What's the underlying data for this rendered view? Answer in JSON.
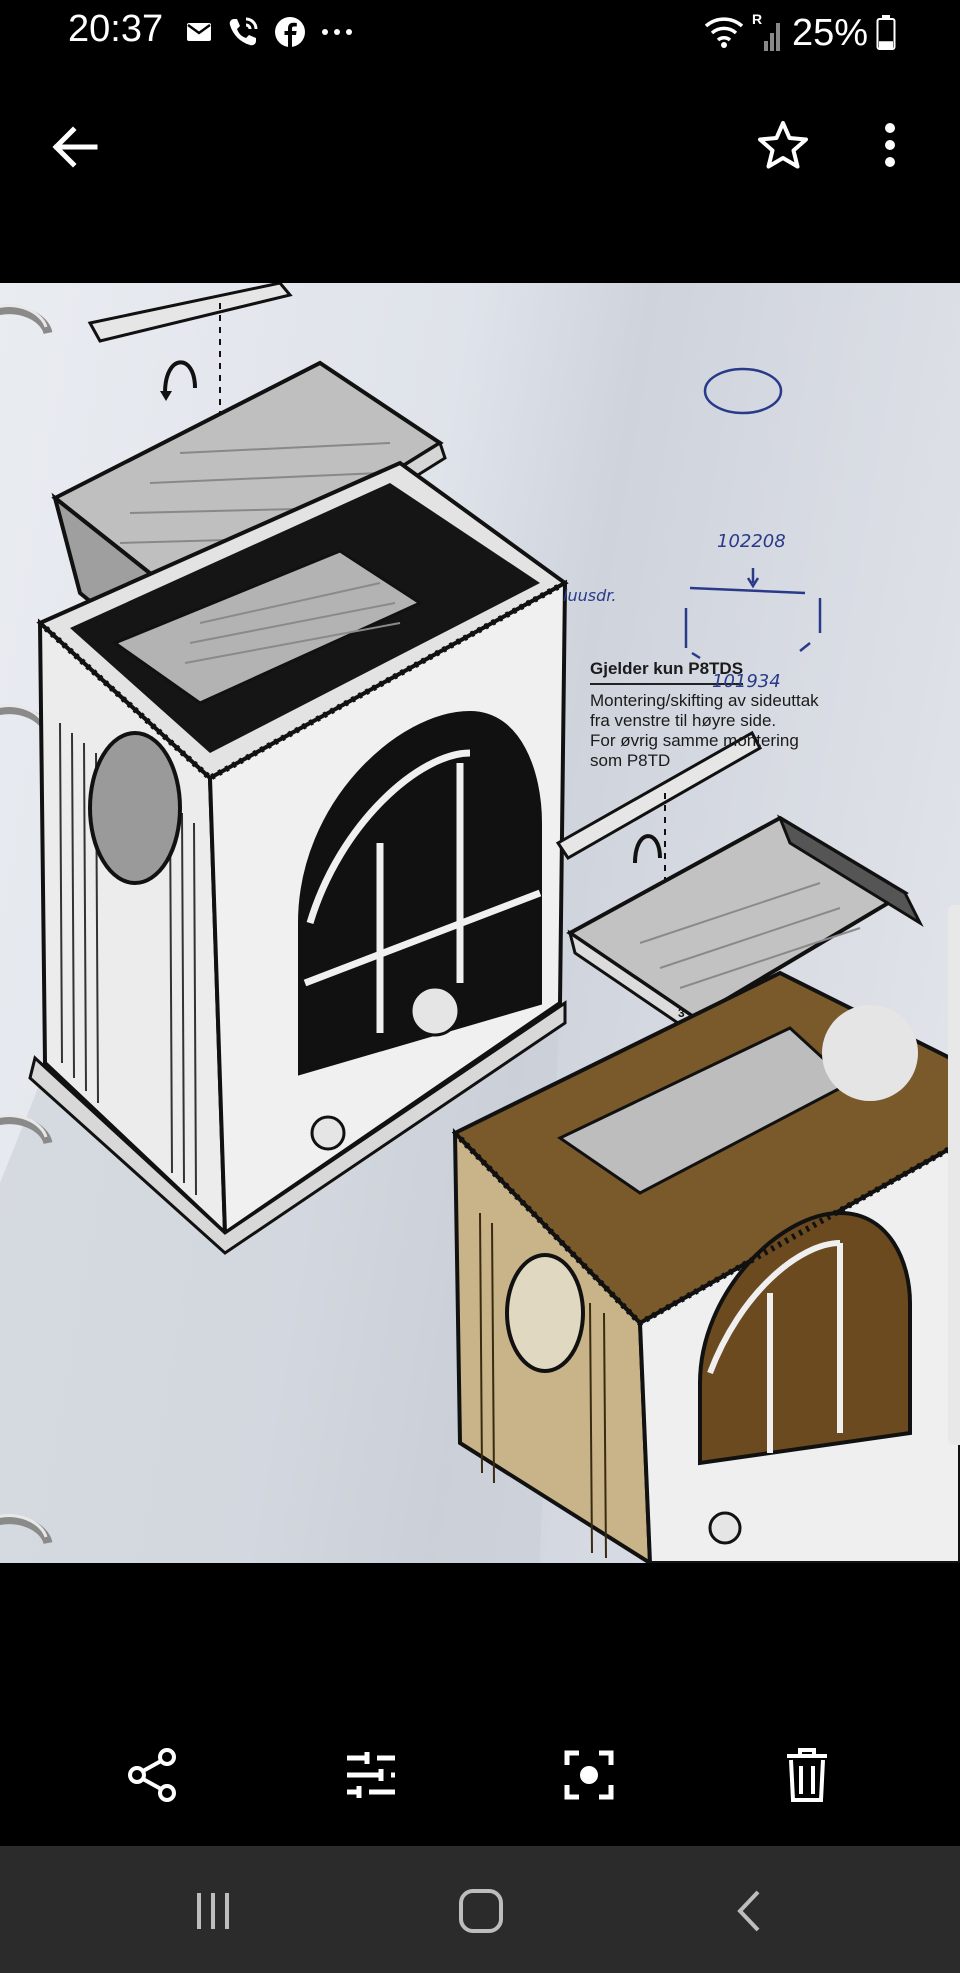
{
  "status_bar": {
    "time": "20:37",
    "left_icons": [
      "mail-icon",
      "wifi-call-icon",
      "facebook-icon",
      "more-notifications-icon"
    ],
    "right_icons": [
      "wifi-icon",
      "roaming-signal-icon"
    ],
    "roaming_label": "R",
    "battery_percent": "25%",
    "battery_level": 0.25
  },
  "app_bar": {
    "back_icon": "arrow-back-icon",
    "favorite_icon": "star-outline-icon",
    "more_icon": "more-vert-icon"
  },
  "photo": {
    "note_title_prefix": "Gjelder kun ",
    "note_title_code": "P8TDS",
    "note_lines": [
      "Montering/skifting av sideuttak",
      "fra venstre til høyre side.",
      "For øvrig samme montering",
      "som P8TD"
    ],
    "handwriting": {
      "top_number": "102208",
      "bottom_number": "101934",
      "side_word": "luusdr."
    },
    "part_label": "3"
  },
  "toolbar": {
    "share_icon": "share-icon",
    "edit_icon": "tune-icon",
    "lens_icon": "lens-scan-icon",
    "delete_icon": "trash-icon"
  },
  "nav_bar": {
    "recents_icon": "recents-icon",
    "home_icon": "home-icon",
    "back_icon": "nav-back-icon"
  },
  "colors": {
    "background": "#000000",
    "navbar": "#2b2b2b",
    "ink": "#1b1b1b",
    "pen": "#2a3a8a"
  }
}
